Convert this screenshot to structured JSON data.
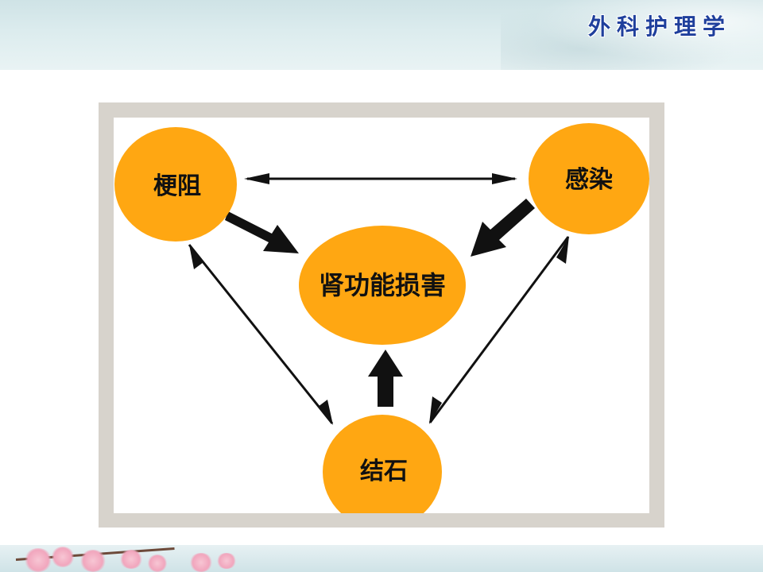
{
  "header": {
    "title": "外科护理学"
  },
  "diagram": {
    "nodes": {
      "obstruction": "梗阻",
      "infection": "感染",
      "renal_damage": "肾功能损害",
      "stone": "结石"
    }
  },
  "colors": {
    "node_fill": "#ffa712",
    "arrow": "#111111",
    "frame": "#d7d3cc",
    "title": "#1f3f9c"
  }
}
